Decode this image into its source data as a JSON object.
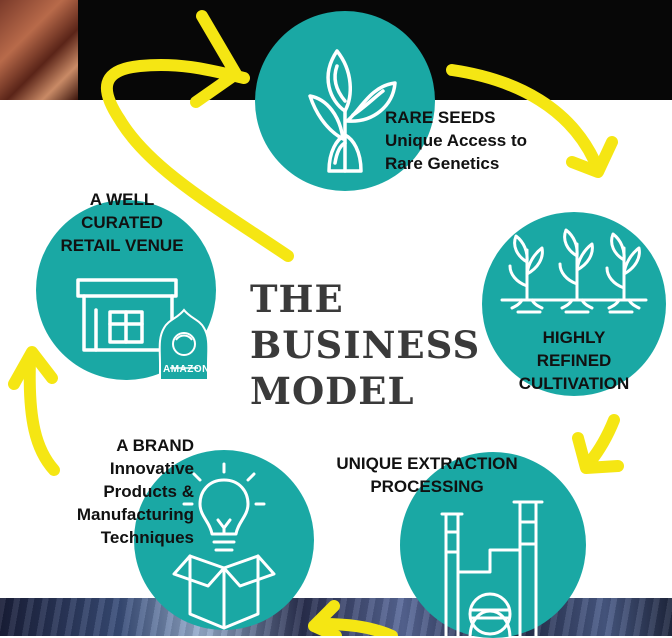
{
  "title": {
    "line1": "THE",
    "line2": "BUSINESS",
    "line3": "MODEL"
  },
  "colors": {
    "teal": "#1aa8a4",
    "arrow_yellow": "#f5e613",
    "title_gray": "#3a3a3a"
  },
  "nodes": {
    "rare_seeds": {
      "icon": "sprout-icon",
      "line1": "RARE SEEDS",
      "line2": "Unique Access to",
      "line3": "Rare Genetics"
    },
    "cultivation": {
      "icon": "plants-icon",
      "line1": "HIGHLY",
      "line2": "REFINED",
      "line3": "CULTIVATION"
    },
    "extraction": {
      "icon": "refinery-icon",
      "line1": "UNIQUE EXTRACTION",
      "line2": "PROCESSING"
    },
    "brand": {
      "icon": "lightbulb-box-icon",
      "line1": "A BRAND",
      "line2": "Innovative",
      "line3": "Products &",
      "line4": "Manufacturing",
      "line5": "Techniques"
    },
    "retail": {
      "icon": "storefront-icon",
      "badge": "AMAZON",
      "line1": "A WELL",
      "line2": "CURATED",
      "line3": "RETAIL VENUE"
    }
  }
}
